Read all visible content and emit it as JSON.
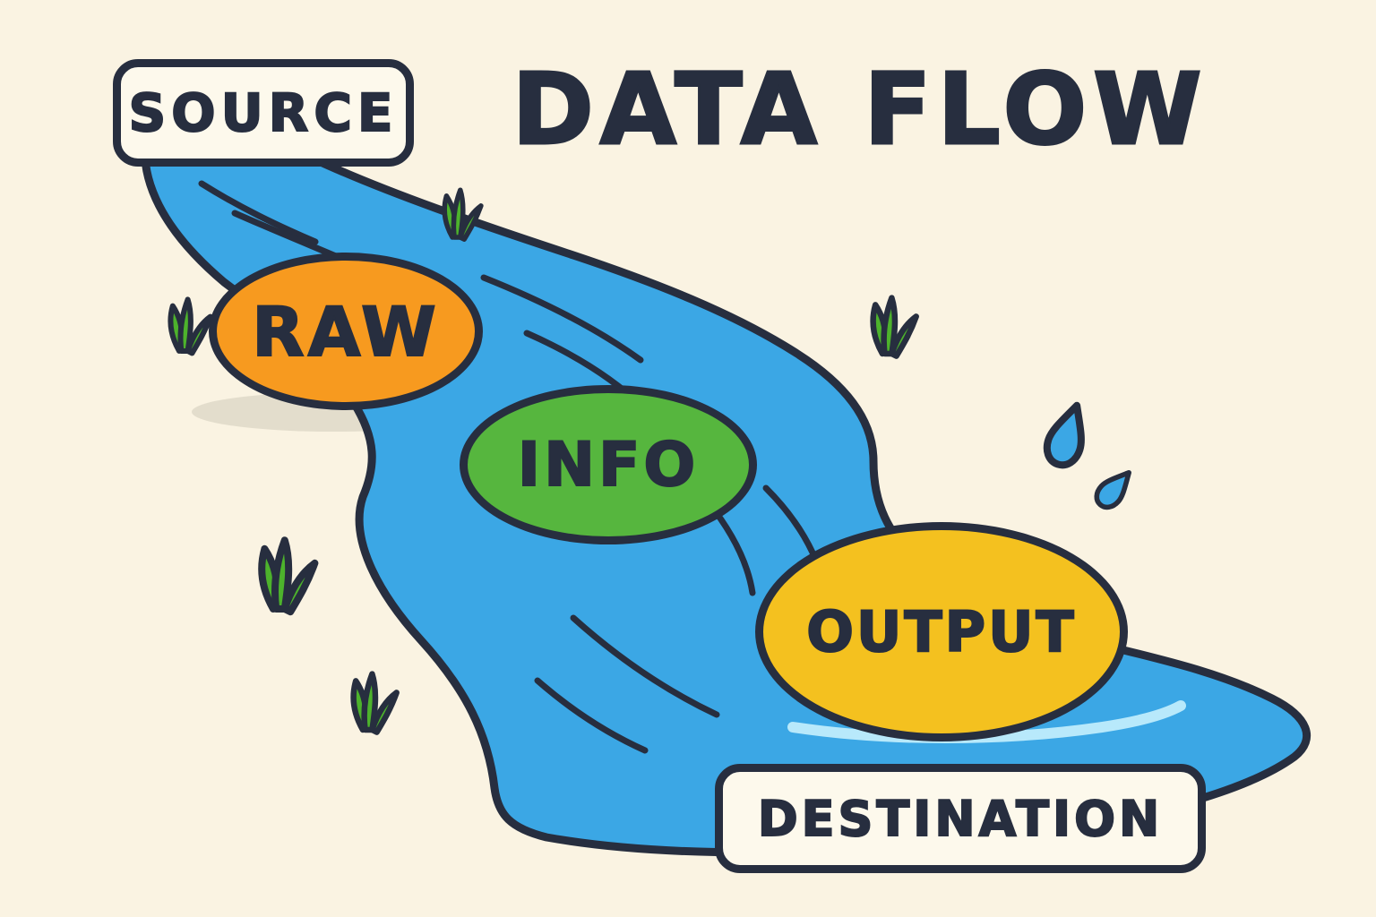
{
  "title": "DATA FLOW",
  "badges": {
    "source": {
      "label": "SOURCE"
    },
    "destination": {
      "label": "DESTINATION"
    }
  },
  "stones": {
    "raw": {
      "label": "RAW",
      "color": "#f79a1f"
    },
    "info": {
      "label": "INFO",
      "color": "#56b63e"
    },
    "output": {
      "label": "OUTPUT",
      "color": "#f4c11f"
    }
  },
  "colors": {
    "background": "#faf3e2",
    "outline": "#272e3f",
    "river": "#3ba7e5",
    "water_highlight": "#b8e9fb",
    "grass": "#4db32c",
    "badge_fill": "#fdf9ec",
    "shadow": "#e3ddcc"
  }
}
